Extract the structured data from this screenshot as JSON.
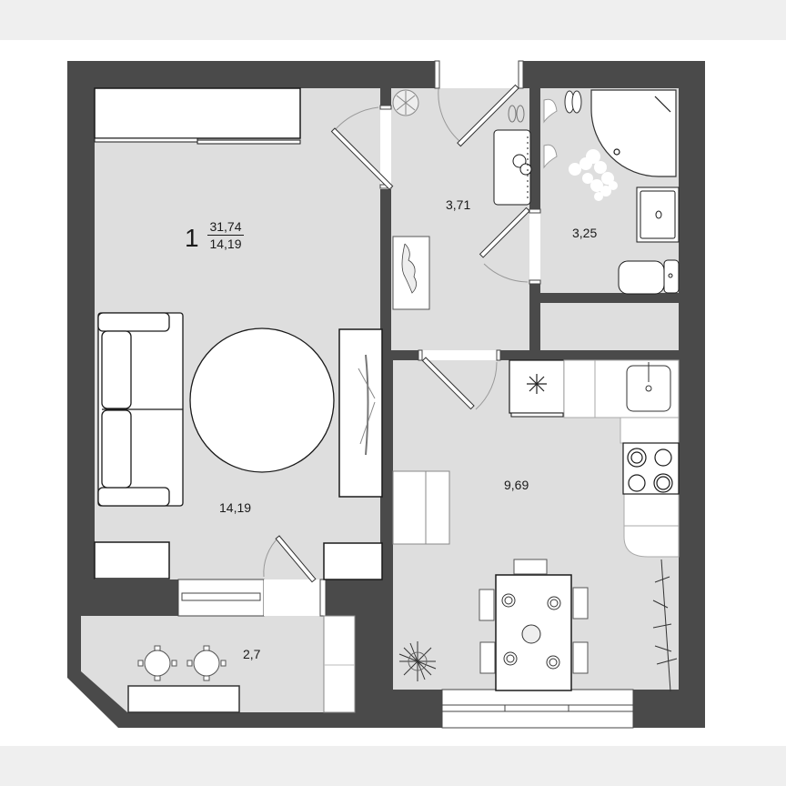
{
  "plan": {
    "type": "apartment floor plan",
    "rooms_count_label": "1",
    "total_area": "31,74",
    "living_area": "14,19",
    "colors": {
      "wall": "#4a4a4a",
      "floor": "#dedede",
      "furniture": "#ffffff",
      "outline": "#1a1a1a",
      "background": "#ffffff",
      "band": "#efefef"
    }
  },
  "rooms": [
    {
      "id": "living-room",
      "area": "14,19"
    },
    {
      "id": "hallway",
      "area": "3,71"
    },
    {
      "id": "bathroom",
      "area": "3,25"
    },
    {
      "id": "kitchen",
      "area": "9,69"
    },
    {
      "id": "balcony",
      "area": "2,7"
    }
  ],
  "furniture_icons": [
    "wardrobe-icon",
    "sofa-icon",
    "round-rug-icon",
    "tv-stand-icon",
    "shoe-rack-icon",
    "mirror-icon",
    "bath-mat-icon",
    "shower-icon",
    "sink-icon",
    "toilet-icon",
    "fridge-icon",
    "stove-icon",
    "kitchen-sink-icon",
    "dining-table-icon",
    "plant-icon",
    "balcony-table-icon"
  ]
}
